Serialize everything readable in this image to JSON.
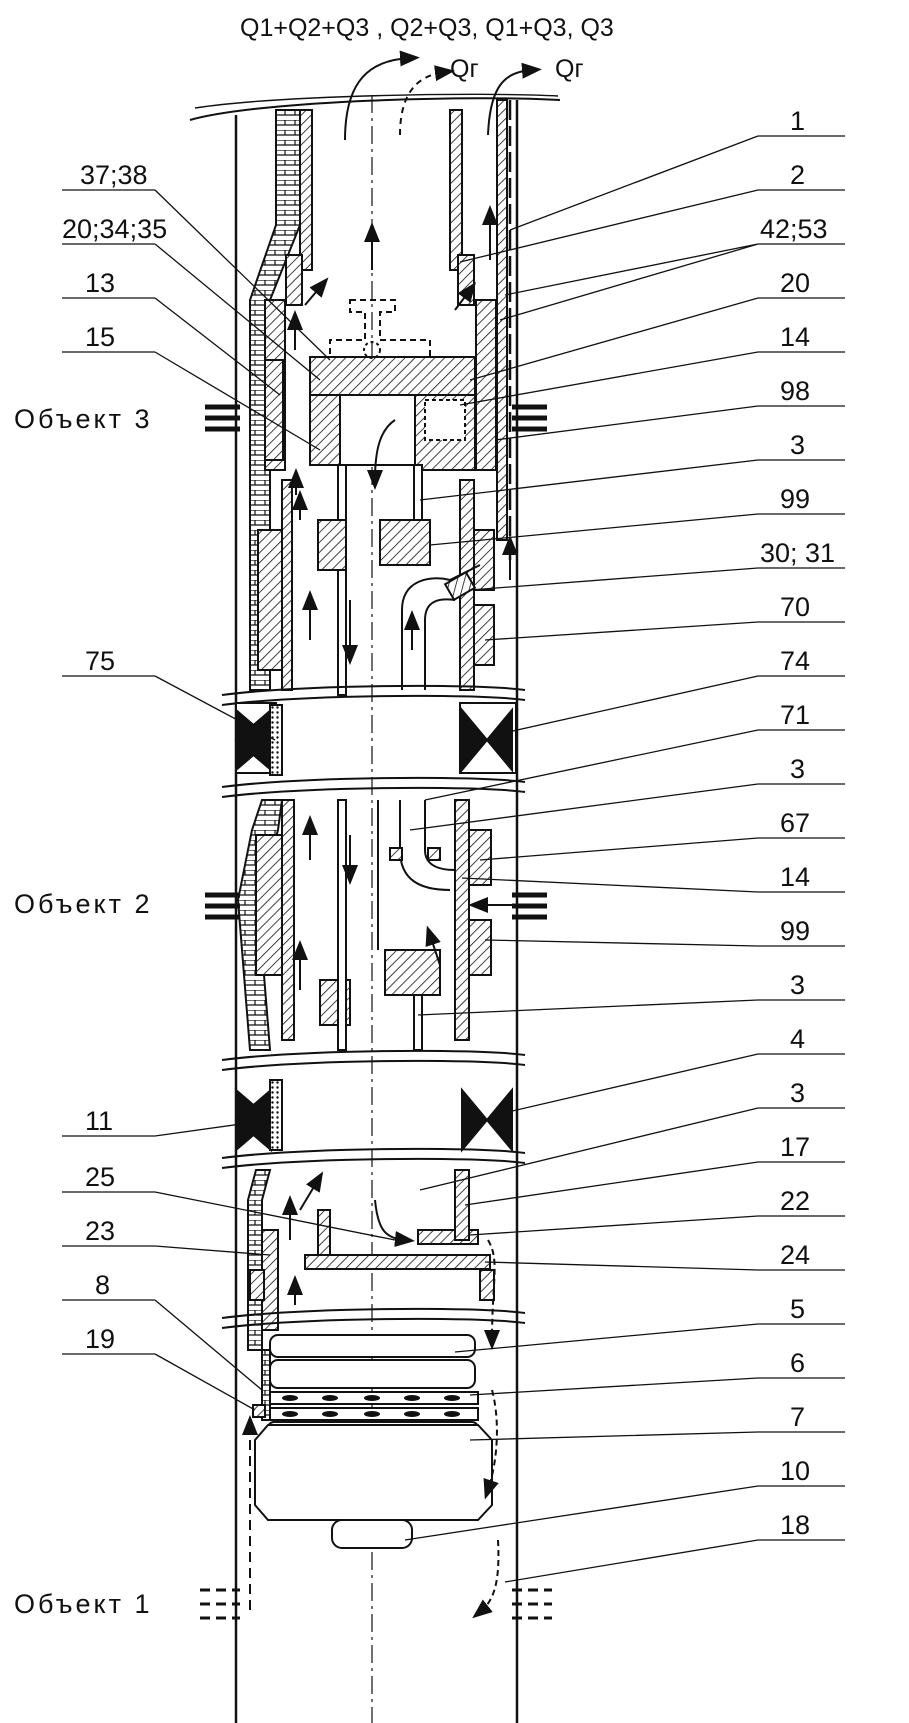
{
  "top_formula": "Q1+Q2+Q3 , Q2+Q3, Q1+Q3, Q3",
  "flow_gas_left": "Qг",
  "flow_gas_right": "Qг",
  "objects": [
    "Объект 3",
    "Объект 2",
    "Объект 1"
  ],
  "labels_right": [
    "1",
    "2",
    "42;53",
    "20",
    "14",
    "98",
    "3",
    "99",
    "30; 31",
    "70",
    "74",
    "71",
    "3",
    "67",
    "14",
    "99",
    "3",
    "4",
    "3",
    "17",
    "22",
    "24",
    "5",
    "6",
    "7",
    "10",
    "18"
  ],
  "labels_left": [
    "37;38",
    "20;34;35",
    "13",
    "15",
    "75",
    "11",
    "25",
    "23",
    "8",
    "19"
  ],
  "colors": {
    "line": "#111111",
    "background": "#ffffff"
  }
}
